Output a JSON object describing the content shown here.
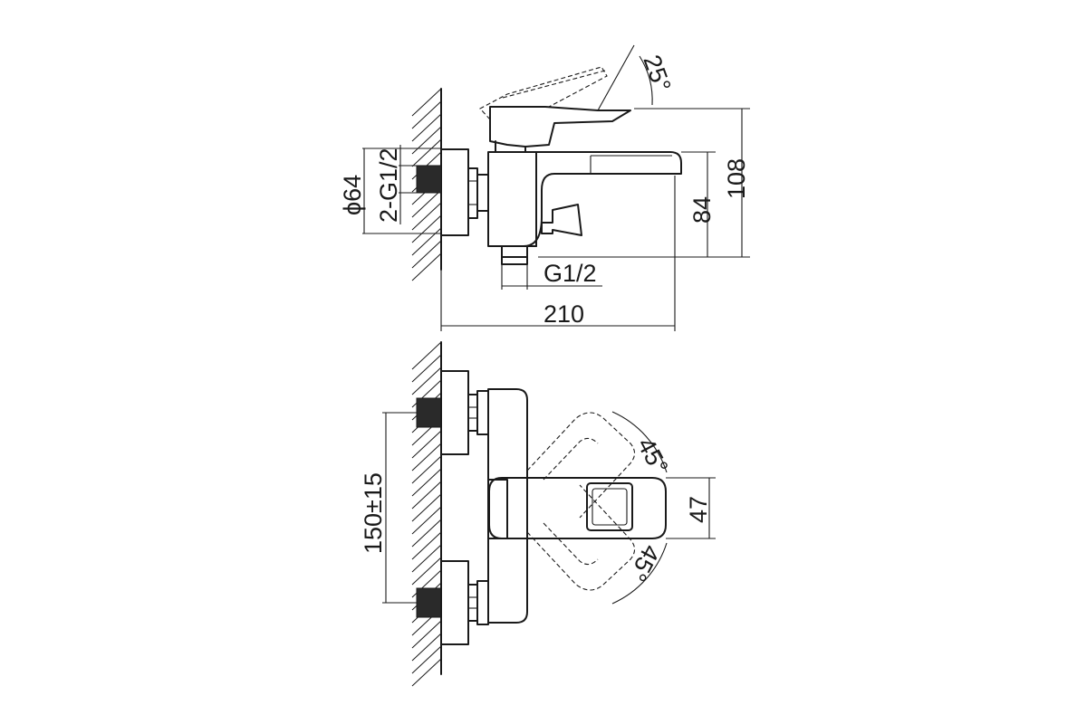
{
  "side_view": {
    "angle": "25°",
    "height_total": "108",
    "height_spout": "84",
    "diameter": "ϕ64",
    "thread_inlets": "2-G1/2",
    "thread_outlet": "G1/2",
    "length": "210"
  },
  "front_view": {
    "centers": "150±15",
    "angle_up": "45°",
    "angle_down": "45°",
    "spout_width": "47"
  }
}
